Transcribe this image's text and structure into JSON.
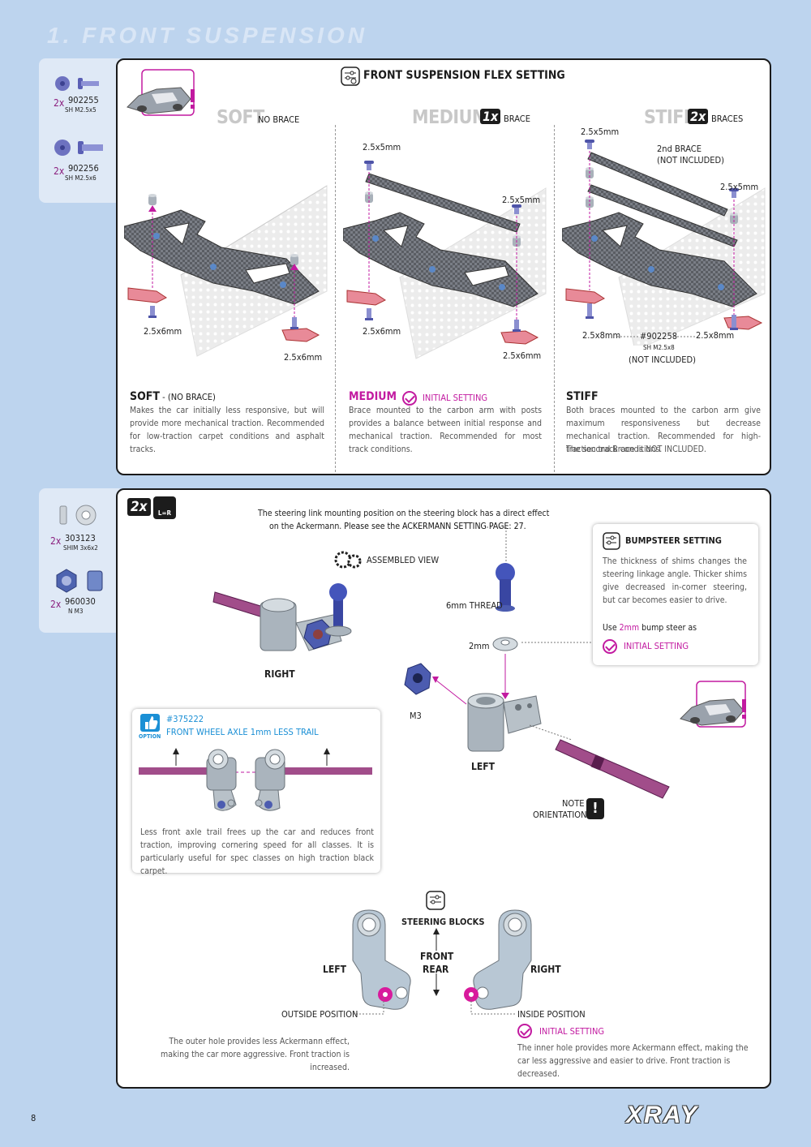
{
  "section_title": "1. FRONT SUSPENSION",
  "page_number": "8",
  "brand": "XRAY",
  "parts_top": [
    {
      "qty": "2x",
      "number": "902255",
      "desc": "SH M2.5x5"
    },
    {
      "qty": "2x",
      "number": "902256",
      "desc": "SH M2.5x6"
    }
  ],
  "parts_bottom": [
    {
      "qty": "2x",
      "number": "303123",
      "desc": "SHIM 3x6x2"
    },
    {
      "qty": "2x",
      "number": "960030",
      "desc": "N M3"
    }
  ],
  "flex": {
    "title": "FRONT SUSPENSION FLEX SETTING",
    "soft": {
      "big": "SOFT",
      "small": "NO BRACE",
      "labels": [
        "2.5x6mm",
        "2.5x6mm"
      ],
      "heading": "SOFT",
      "heading_sub": " - (NO BRACE)",
      "text": "Makes the car initially less responsive, but will provide more mechanical traction. Recommended for low-traction carpet conditions and asphalt tracks."
    },
    "medium": {
      "big": "MEDIUM",
      "badge": "1x",
      "small": "BRACE",
      "labels": [
        "2.5x5mm",
        "2.5x5mm",
        "2.5x6mm",
        "2.5x6mm"
      ],
      "heading": "MEDIUM",
      "initial": "INITIAL SETTING",
      "text": "Brace mounted to the carbon arm with posts provides a balance between initial response and mechanical traction. Recommended for most track conditions."
    },
    "stiff": {
      "big": "STIFF",
      "badge": "2x",
      "small": "BRACES",
      "labels": [
        "2.5x5mm",
        "2.5x5mm",
        "2.5x8mm",
        "2.5x8mm"
      ],
      "brace2": "2nd BRACE",
      "brace2_note": "(NOT INCLUDED)",
      "part_num": "#902258",
      "part_desc": "SH M2.5x8",
      "part_note": "(NOT INCLUDED)",
      "heading": "STIFF",
      "text": "Both braces mounted to the carbon arm give maximum responsiveness but decrease mechanical traction. Recommended for high-traction track conditions.",
      "text2": "The second Brace is NOT INCLUDED."
    }
  },
  "steer": {
    "qty_badge": "2x",
    "lr_badge": "L=R",
    "note_line1": "The steering link mounting position on the steering block has a direct effect",
    "note_line2a": "on the Ackermann.",
    "note_line2b": " Please see the ACKERMANN SETTING PAGE: 27.",
    "assembled": "ASSEMBLED VIEW",
    "right": "RIGHT",
    "left": "LEFT",
    "thread": "6mm THREAD",
    "shim": "2mm",
    "nut": "M3",
    "note": "NOTE",
    "orientation": "ORIENTATION",
    "bumpsteer": {
      "title": "BUMPSTEER SETTING",
      "text": "The thickness of shims changes the steering linkage angle. Thicker shims give decreased in-corner steering, but car becomes easier to drive.",
      "use_a": "Use ",
      "use_b": "2mm",
      "use_c": " bump steer as",
      "initial": "INITIAL SETTING"
    },
    "option": {
      "label": "OPTION",
      "number": "#375222",
      "name": "FRONT WHEEL AXLE 1mm LESS TRAIL",
      "text": "Less front axle trail frees up the car and reduces front traction, improving cornering speed for all classes. It is particularly useful for spec classes on high traction black carpet."
    },
    "blocks": {
      "title": "STEERING BLOCKS",
      "front": "FRONT",
      "rear": "REAR",
      "left": "LEFT",
      "right": "RIGHT",
      "outside": "OUTSIDE POSITION",
      "outside_text": "The outer hole provides less Ackermann effect, making the car more aggressive. Front traction is increased.",
      "inside": "INSIDE POSITION",
      "initial": "INITIAL SETTING",
      "inside_text": "The inner hole provides more Ackermann effect, making the car less aggressive and easier to drive. Front traction is decreased."
    }
  }
}
